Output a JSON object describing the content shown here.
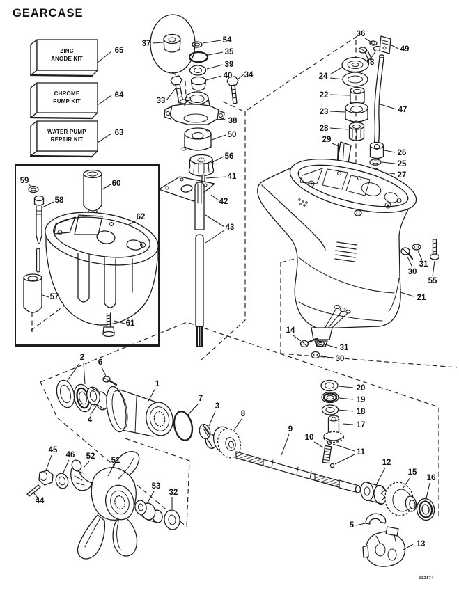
{
  "title": "GEARCASE",
  "drawing_number": "812174",
  "kits": [
    {
      "callout": "65",
      "line1": "ZINC",
      "line2": "ANODE KIT"
    },
    {
      "callout": "64",
      "line1": "CHROME",
      "line2": "PUMP KIT"
    },
    {
      "callout": "63",
      "line1": "WATER PUMP",
      "line2": "REPAIR KIT"
    }
  ],
  "callouts": {
    "1": "1",
    "2": "2",
    "3": "3",
    "4": "4",
    "5": "5",
    "6": "6",
    "7": "7",
    "8": "8",
    "9": "9",
    "10": "10",
    "11": "11",
    "12": "12",
    "13": "13",
    "14": "14",
    "15": "15",
    "16": "16",
    "17": "17",
    "18": "18",
    "19": "19",
    "20": "20",
    "21": "21",
    "22": "22",
    "23": "23",
    "24": "24",
    "25": "25",
    "26": "26",
    "27": "27",
    "28": "28",
    "29": "29",
    "30": "30",
    "31": "31",
    "32": "32",
    "33": "33",
    "34": "34",
    "35": "35",
    "36": "36",
    "37": "37",
    "38": "38",
    "39": "39",
    "40": "40",
    "41": "41",
    "42": "42",
    "43": "43",
    "44": "44",
    "45": "45",
    "46": "46",
    "47": "47",
    "48": "48",
    "49": "49",
    "50": "50",
    "51": "51",
    "52": "52",
    "53": "53",
    "54": "54",
    "55": "55",
    "56": "56",
    "57": "57",
    "58": "58",
    "59": "59",
    "60": "60",
    "61": "61",
    "62": "62"
  }
}
